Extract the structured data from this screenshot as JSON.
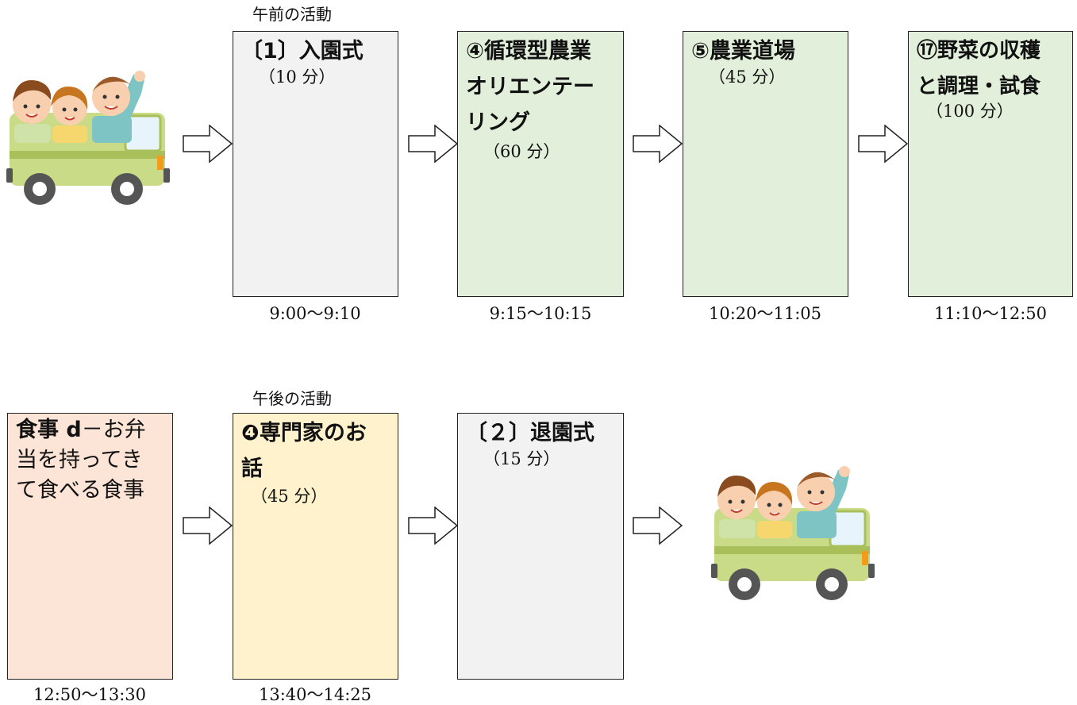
{
  "morning_label": "午前の活動",
  "afternoon_label": "午後の活動",
  "row1": [
    {
      "title": "〔1〕入園式",
      "duration": "（10 分）",
      "time": "9:00～9:10",
      "color": "#f2f2f2"
    },
    {
      "title": "④循環型農業\nオリエンテー\nリング",
      "duration": "（60 分）",
      "time": "9:15～10:15",
      "color": "#e2efda"
    },
    {
      "title": "⑤農業道場",
      "duration": "（45 分）",
      "time": "10:20～11:05",
      "color": "#e2efda"
    },
    {
      "title": "⑰野菜の収穫\nと調理・試食",
      "duration": "（100 分）",
      "time": "11:10～12:50",
      "color": "#e2efda"
    }
  ],
  "row2": [
    {
      "title_bold": "食事 d",
      "title_rest": "－お弁\n当を持ってき\nて食べる食事",
      "time": "12:50～13:30",
      "color": "#fce4d6"
    },
    {
      "title": "❹専門家のお\n話",
      "duration": "（45 分）",
      "time": "13:40～14:25",
      "color": "#fff2cc"
    },
    {
      "title": "〔２〕退園式",
      "duration": "（15 分）",
      "time": "",
      "color": "#f2f2f2"
    }
  ],
  "icons": [
    "bus-family-icon",
    "right-arrow-icon"
  ]
}
